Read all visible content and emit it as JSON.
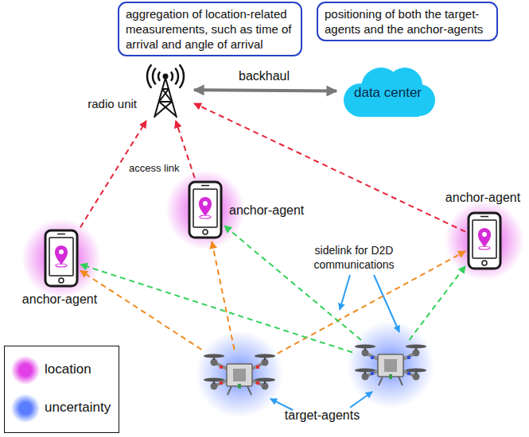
{
  "diagram": {
    "nodes": [
      {
        "text": [
          "aggregation of location-related measurements, such as time of arrival and angle of arrival"
        ]
      },
      {
        "text": [
          "positioning of both the target-agents and the anchor-agents"
        ]
      },
      {
        "text": [
          "radio unit"
        ]
      },
      {
        "text": [
          "data center"
        ]
      },
      {
        "text": [
          "anchor-agent"
        ]
      },
      {
        "text": [
          "anchor-agent"
        ]
      },
      {
        "text": [
          "anchor-agent"
        ]
      },
      {
        "text": []
      },
      {
        "text": []
      }
    ],
    "edges": [
      {
        "from": 4,
        "to": 2,
        "arrow": "to",
        "label": "access link"
      },
      {
        "from": 5,
        "to": 2,
        "arrow": "to"
      },
      {
        "from": 6,
        "to": 2,
        "arrow": "to"
      },
      {
        "from": 2,
        "to": 3,
        "arrow": "both",
        "label": "backhaul"
      },
      {
        "from": 7,
        "to": 4,
        "arrow": "to"
      },
      {
        "from": 7,
        "to": 5,
        "arrow": "to"
      },
      {
        "from": 7,
        "to": 6,
        "arrow": "to"
      },
      {
        "from": 8,
        "to": 4,
        "arrow": "to"
      },
      {
        "from": 8,
        "to": 5,
        "arrow": "to"
      },
      {
        "from": 8,
        "to": 6,
        "arrow": "to"
      }
    ],
    "labels": [
      "sidelink for D2D communications",
      "target-agents"
    ],
    "legend": [
      {
        "text": "location",
        "color": "#e23fe6"
      },
      {
        "text": "uncertainty",
        "color": "#5a7dff"
      }
    ]
  }
}
